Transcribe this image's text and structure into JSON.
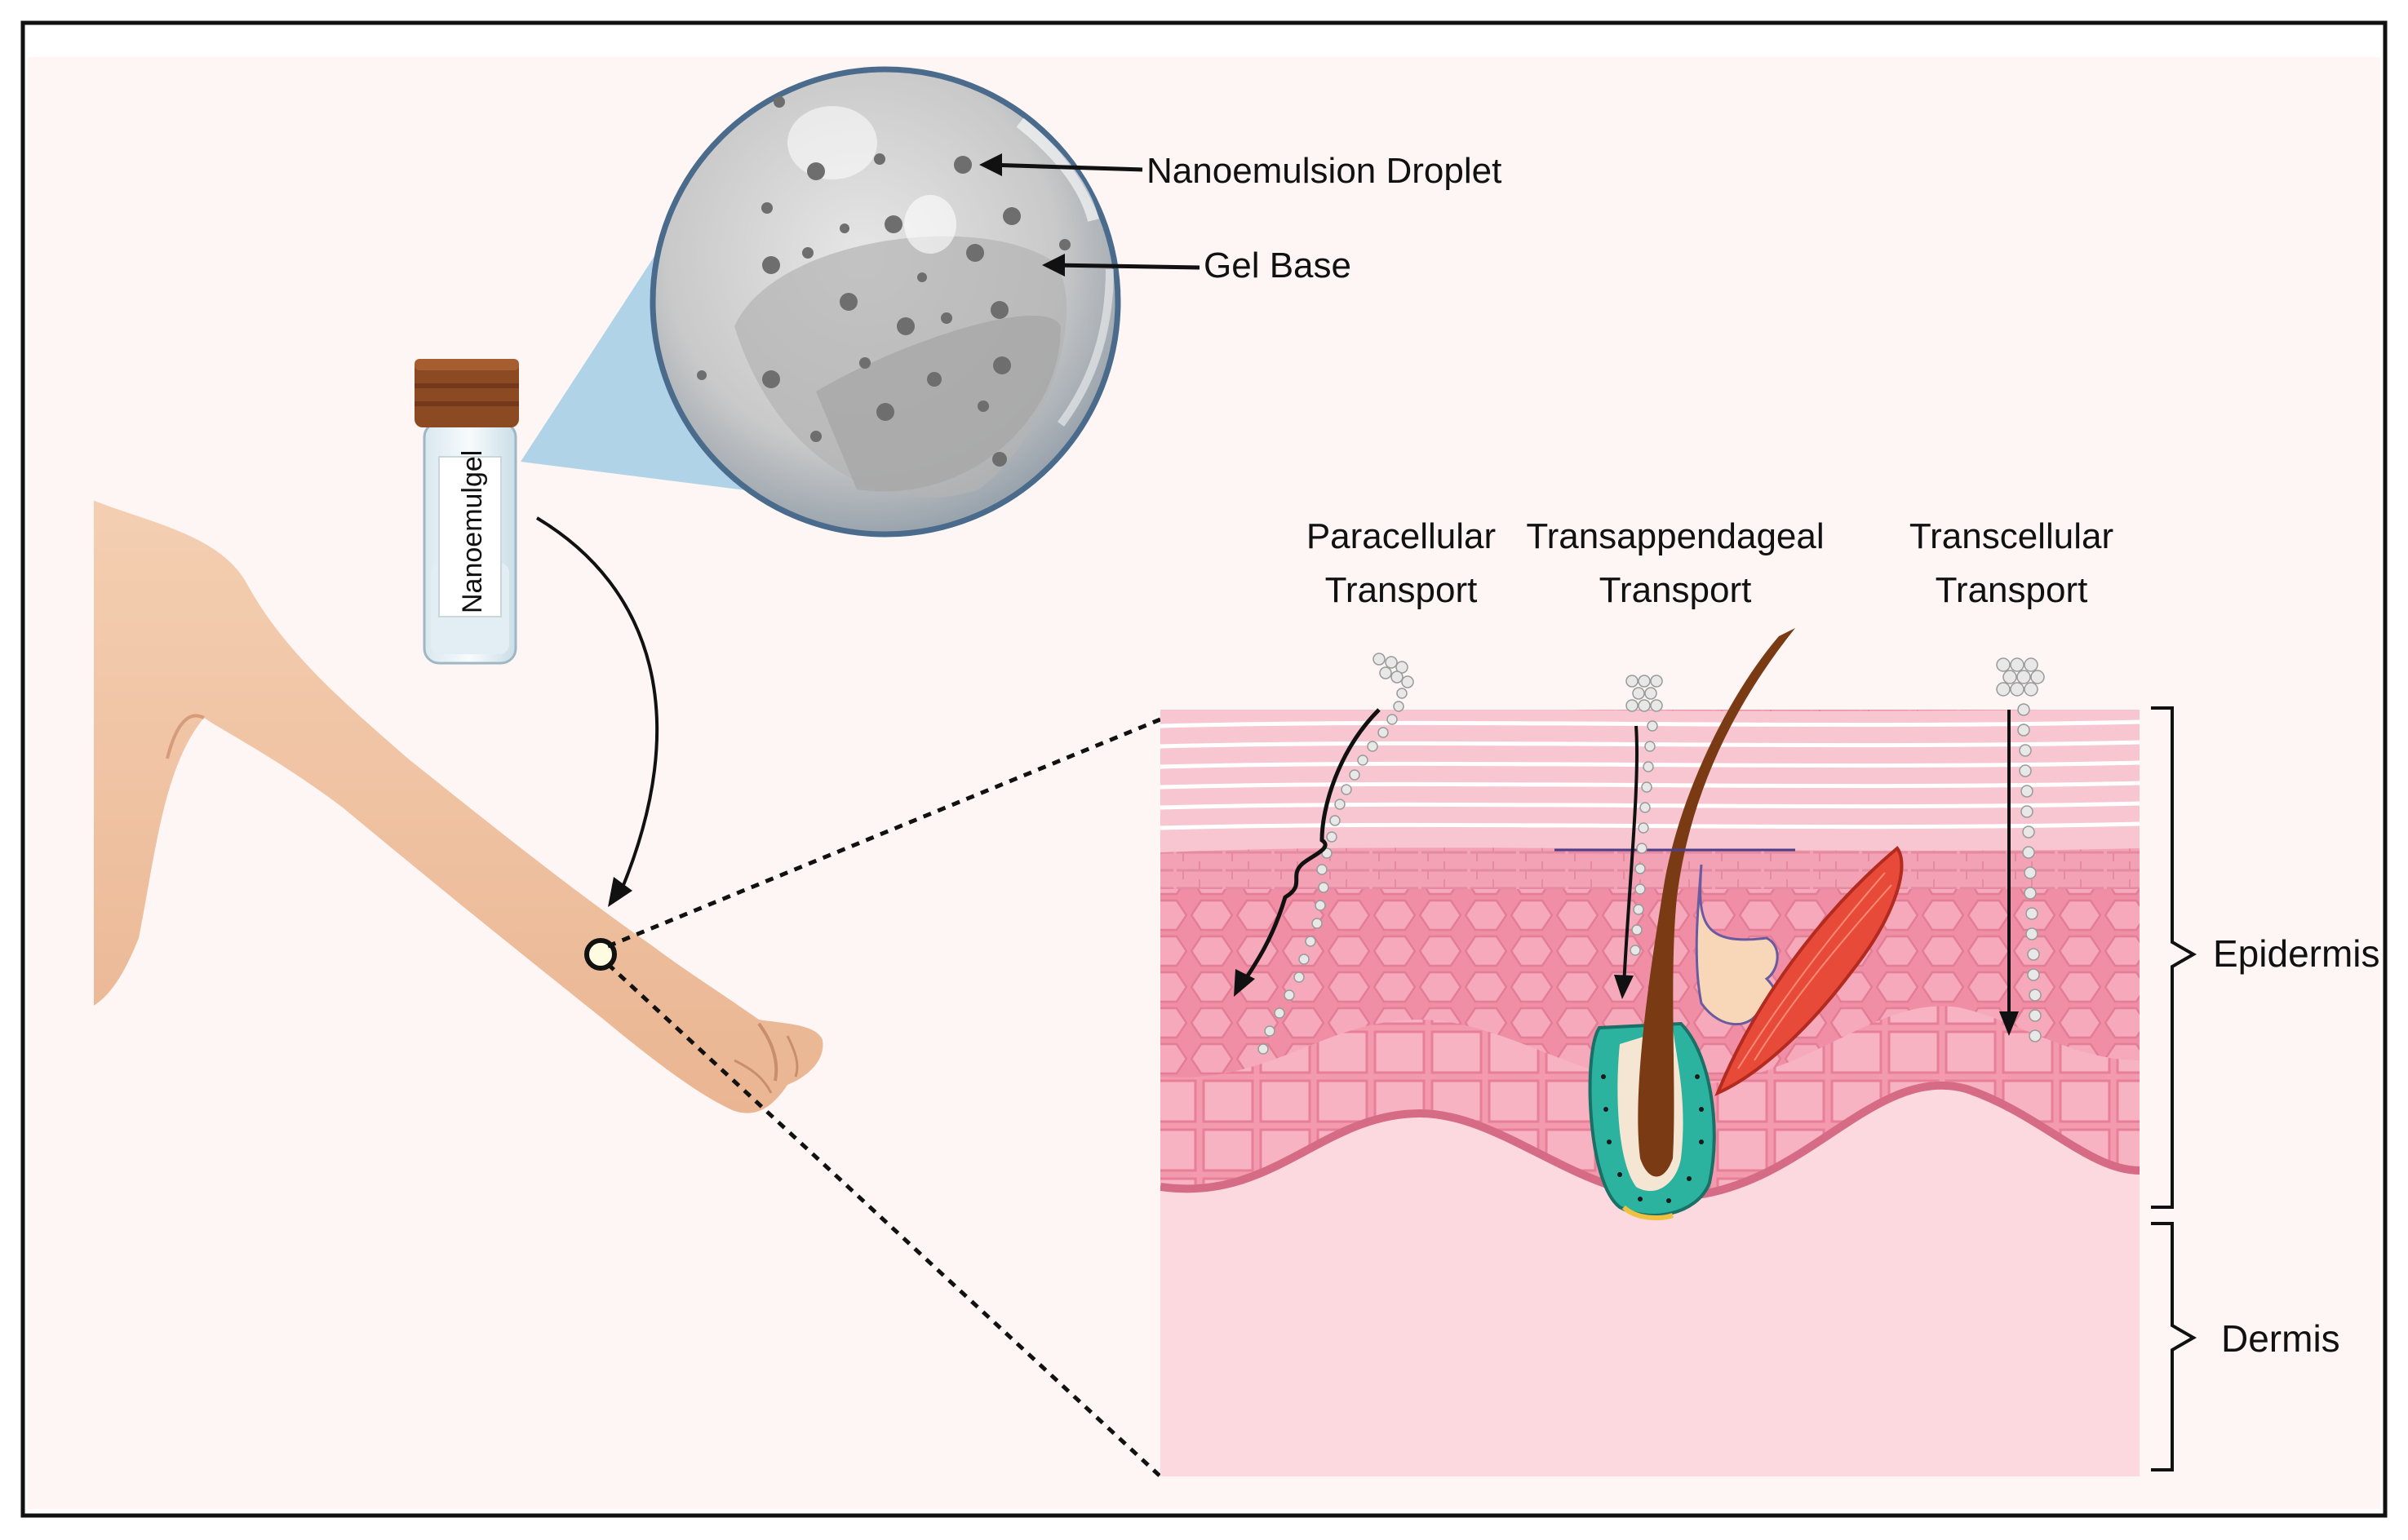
{
  "labels": {
    "nanoemulsion_droplet": "Nanoemulsion Droplet",
    "gel_base": "Gel Base",
    "vial": "Nanoemulgel",
    "paracellular": [
      "Paracellular",
      "Transport"
    ],
    "transappendageal": [
      "Transappendageal",
      "Transport"
    ],
    "transcellular": [
      "Transcellular",
      "Transport"
    ],
    "epidermis": "Epidermis",
    "dermis": "Dermis"
  },
  "colors": {
    "background": "#fdf6f5",
    "skin_arm": "#f2c9a9",
    "epidermis": "#f49aae",
    "dermis": "#fcd9df",
    "stratum_corneum": "#f8c6d0",
    "hair_shaft": "#7a3a14",
    "follicle_sheath": "#2bb3a0",
    "muscle": "#e84a3a",
    "vial_cap": "#8b4a22",
    "droplet_gray": "#6e6e6e",
    "magnifier_blue": "#a9cfe6"
  },
  "icons": [
    "arm",
    "vial-icon",
    "magnifier-circle",
    "skin-cross-section",
    "hair-follicle",
    "arrector-pili-muscle"
  ]
}
